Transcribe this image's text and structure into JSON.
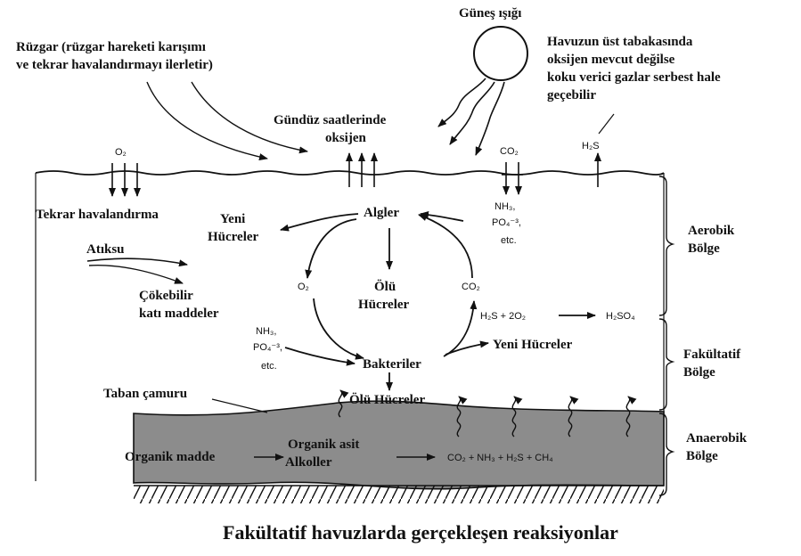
{
  "labels": {
    "sunlight": "Güneş ışığı",
    "wind_line1": "Rüzgar (rüzgar hareketi karışımı",
    "wind_line2": "ve tekrar havalandırmayı ilerletir)",
    "odor_line1": "Havuzun üst tabakasında",
    "odor_line2": "oksijen mevcut değilse",
    "odor_line3": "koku verici gazlar serbest hale",
    "odor_line4": "geçebilir",
    "daytime_oxygen_line1": "Gündüz saatlerinde",
    "daytime_oxygen_line2": "oksijen",
    "reaeration": "Tekrar havalandırma",
    "wastewater": "Atıksu",
    "settleable_line1": "Çökebilir",
    "settleable_line2": "katı maddeler",
    "new_cells_algae_line1": "Yeni",
    "new_cells_algae_line2": "Hücreler",
    "algae": "Algler",
    "dead_cells_line1": "Ölü",
    "dead_cells_line2": "Hücreler",
    "bacteria": "Bakteriler",
    "new_cells_bacteria": "Yeni Hücreler",
    "dead_cells_bottom": "Ölü Hücreler",
    "sludge": "Taban çamuru",
    "organic_matter": "Organik madde",
    "organic_acid": "Organik asit",
    "alcohols": "Alkoller",
    "aerobic_line1": "Aerobik",
    "aerobic_line2": "Bölge",
    "facultative_line1": "Fakültatif",
    "facultative_line2": "Bölge",
    "anaerobic_line1": "Anaerobik",
    "anaerobic_line2": "Bölge"
  },
  "chem": {
    "o2_surface": "O₂",
    "co2_surface": "CO₂",
    "h2s_surface": "H₂S",
    "nh3_right": "NH₃,",
    "po4_right": "PO₄⁻³,",
    "etc_right": "etc.",
    "o2_left": "O₂",
    "co2_right": "CO₂",
    "h2s_reaction": "H₂S + 2O₂",
    "h2so4": "H₂SO₄",
    "nh3_left": "NH₃,",
    "po4_left": "PO₄⁻³,",
    "etc_left": "etc.",
    "anaerobic_products": "CO₂  +  NH₃  +  H₂S  +  CH₄"
  },
  "caption": "Fakültatif havuzlarda gerçekleşen reaksiyonlar"
}
